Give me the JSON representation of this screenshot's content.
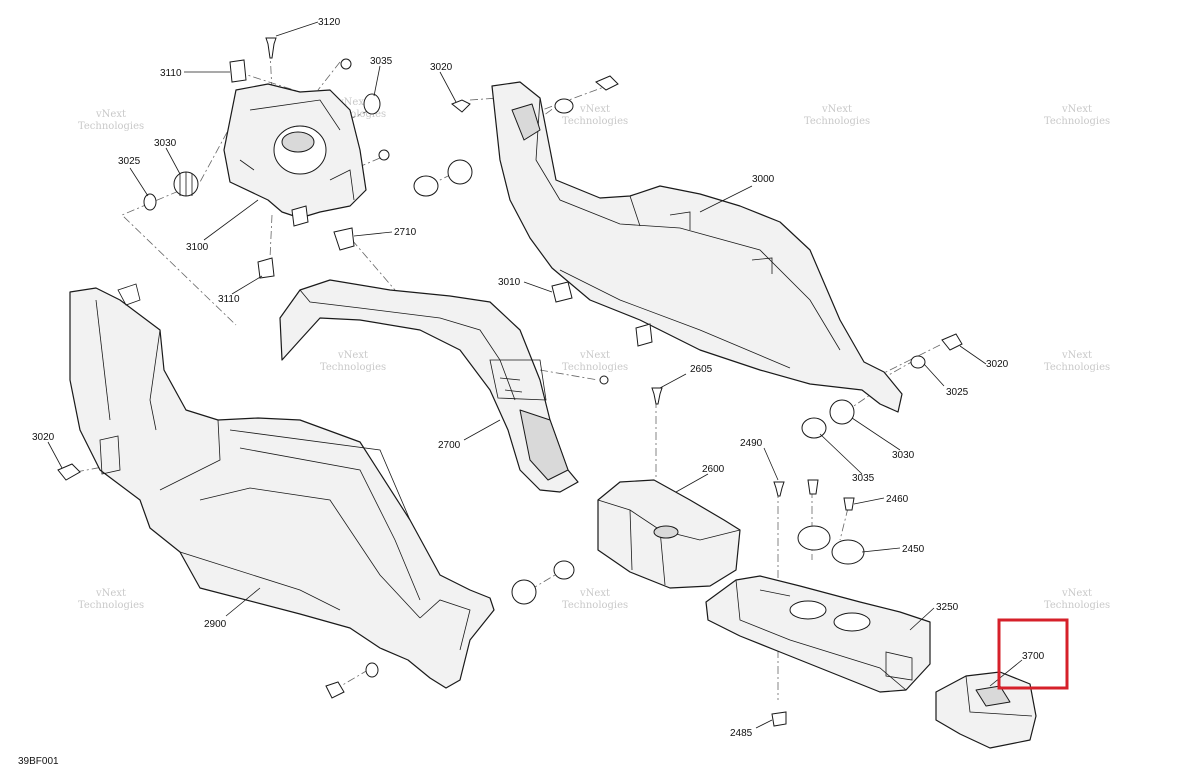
{
  "drawing_code": "39BF001",
  "watermark_lines": [
    "vNext",
    "Technologies"
  ],
  "highlight_color": "#d6202a",
  "callouts": {
    "c3120": "3120",
    "c3110a": "3110",
    "c3035a": "3035",
    "c3020a": "3020",
    "c3030a": "3030",
    "c3025a": "3025",
    "c3100": "3100",
    "c3110b": "3110",
    "c2710": "2710",
    "c3000": "3000",
    "c3010": "3010",
    "c3020b": "3020",
    "c3025b": "3025",
    "c3030b": "3030",
    "c3035b": "3035",
    "c3020c": "3020",
    "c2700": "2700",
    "c2605": "2605",
    "c2600": "2600",
    "c2490": "2490",
    "c2460": "2460",
    "c2450": "2450",
    "c3250": "3250",
    "c3700": "3700",
    "c2485": "2485",
    "c2900": "2900"
  }
}
